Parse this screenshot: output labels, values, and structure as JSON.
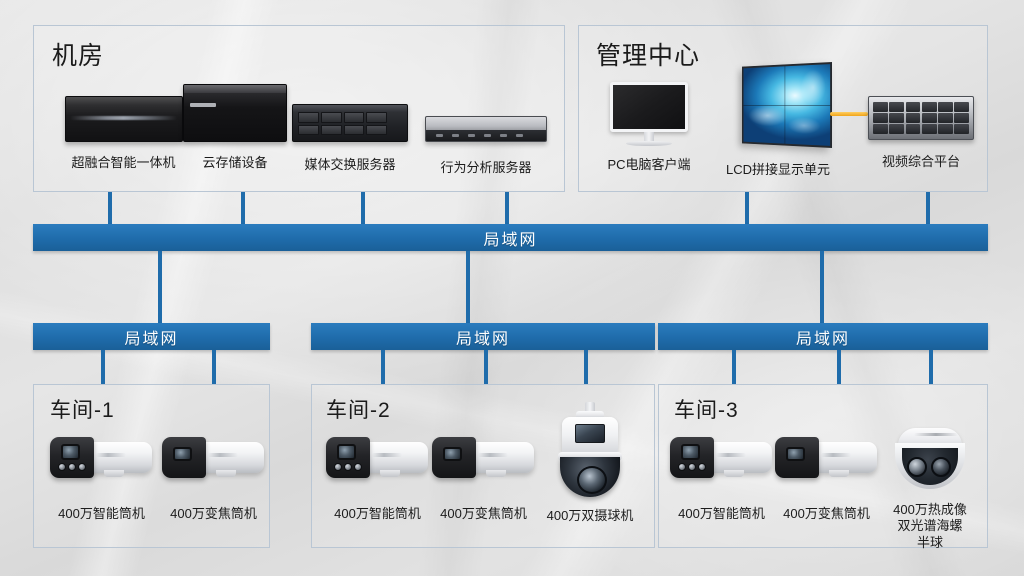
{
  "theme": {
    "accent_blue": "#1f6cab",
    "panel_border": "#b9c6d4",
    "background": "#e0e0e0",
    "text": "#1b1b1b"
  },
  "panels": {
    "server_room": {
      "title": "机房",
      "devices": [
        {
          "label": "超融合智能一体机",
          "icon": "hyperconverged-appliance-icon"
        },
        {
          "label": "云存储设备",
          "icon": "cloud-storage-device-icon"
        },
        {
          "label": "媒体交换服务器",
          "icon": "media-exchange-server-icon"
        },
        {
          "label": "行为分析服务器",
          "icon": "behavior-analysis-server-icon"
        }
      ]
    },
    "management_center": {
      "title": "管理中心",
      "devices": [
        {
          "label": "PC电脑客户端",
          "icon": "pc-client-monitor-icon"
        },
        {
          "label": "LCD拼接显示单元",
          "icon": "lcd-video-wall-icon"
        },
        {
          "label": "视频综合平台",
          "icon": "video-platform-chassis-icon"
        }
      ]
    }
  },
  "network": {
    "backbone_label": "局域网",
    "branches": [
      {
        "label": "局域网"
      },
      {
        "label": "局域网"
      },
      {
        "label": "局域网"
      }
    ]
  },
  "workshops": [
    {
      "title": "车间-1",
      "cameras": [
        {
          "label": "400万智能筒机",
          "icon": "bullet-camera-smart-icon"
        },
        {
          "label": "400万变焦筒机",
          "icon": "bullet-camera-zoom-icon"
        }
      ]
    },
    {
      "title": "车间-2",
      "cameras": [
        {
          "label": "400万智能筒机",
          "icon": "bullet-camera-smart-icon"
        },
        {
          "label": "400万变焦筒机",
          "icon": "bullet-camera-zoom-icon"
        },
        {
          "label": "400万双摄球机",
          "icon": "ptz-dual-lens-dome-icon"
        }
      ]
    },
    {
      "title": "车间-3",
      "cameras": [
        {
          "label": "400万智能筒机",
          "icon": "bullet-camera-smart-icon"
        },
        {
          "label": "400万变焦筒机",
          "icon": "bullet-camera-zoom-icon"
        },
        {
          "label_line1": "400万热成像",
          "label_line2": "双光谱海螺半球",
          "icon": "thermal-dual-spectrum-turret-icon"
        }
      ]
    }
  ]
}
